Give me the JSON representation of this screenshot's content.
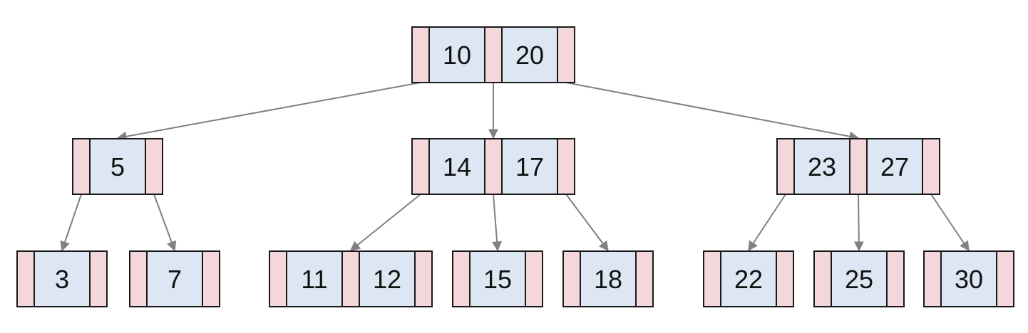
{
  "tree": {
    "colors": {
      "pointer_fill": "#f4d7db",
      "key_fill": "#dde7f4",
      "border": "#1a1a1a",
      "edge": "#808080"
    },
    "root": {
      "keys": [
        "10",
        "20"
      ]
    },
    "level1": [
      {
        "keys": [
          "5"
        ]
      },
      {
        "keys": [
          "14",
          "17"
        ]
      },
      {
        "keys": [
          "23",
          "27"
        ]
      }
    ],
    "leaves": [
      {
        "keys": [
          "3"
        ]
      },
      {
        "keys": [
          "7"
        ]
      },
      {
        "keys": [
          "11",
          "12"
        ]
      },
      {
        "keys": [
          "15"
        ]
      },
      {
        "keys": [
          "18"
        ]
      },
      {
        "keys": [
          "22"
        ]
      },
      {
        "keys": [
          "25"
        ]
      },
      {
        "keys": [
          "30"
        ]
      }
    ]
  }
}
